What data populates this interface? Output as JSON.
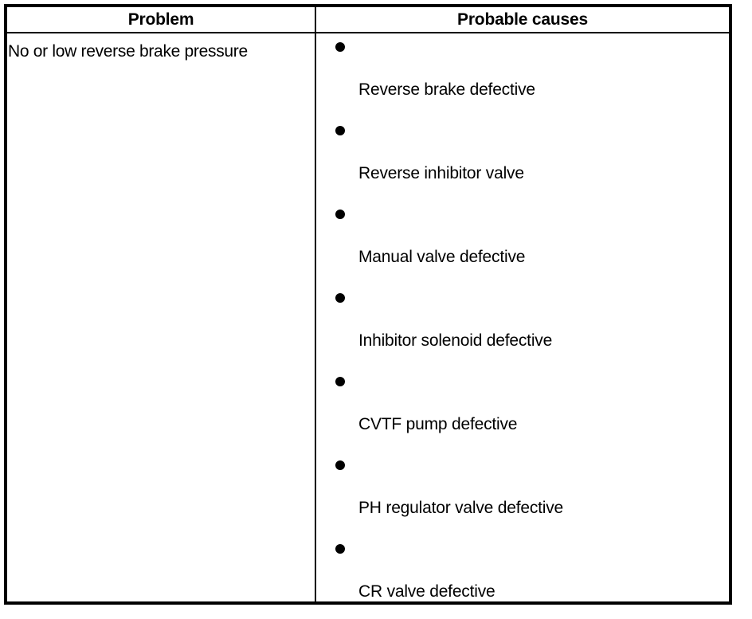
{
  "table": {
    "columns": [
      {
        "key": "problem",
        "header": "Problem"
      },
      {
        "key": "causes",
        "header": "Probable causes"
      }
    ],
    "rows": [
      {
        "problem": "No or low reverse brake pressure",
        "causes": [
          "Reverse brake defective",
          "Reverse inhibitor valve",
          "Manual valve defective",
          "Inhibitor solenoid defective",
          "CVTF pump defective",
          "PH regulator valve defective",
          "CR valve defective"
        ]
      }
    ]
  },
  "style": {
    "border_color": "#000000",
    "text_color": "#000000",
    "background": "#ffffff",
    "bullet_glyph": "filled-circle"
  }
}
